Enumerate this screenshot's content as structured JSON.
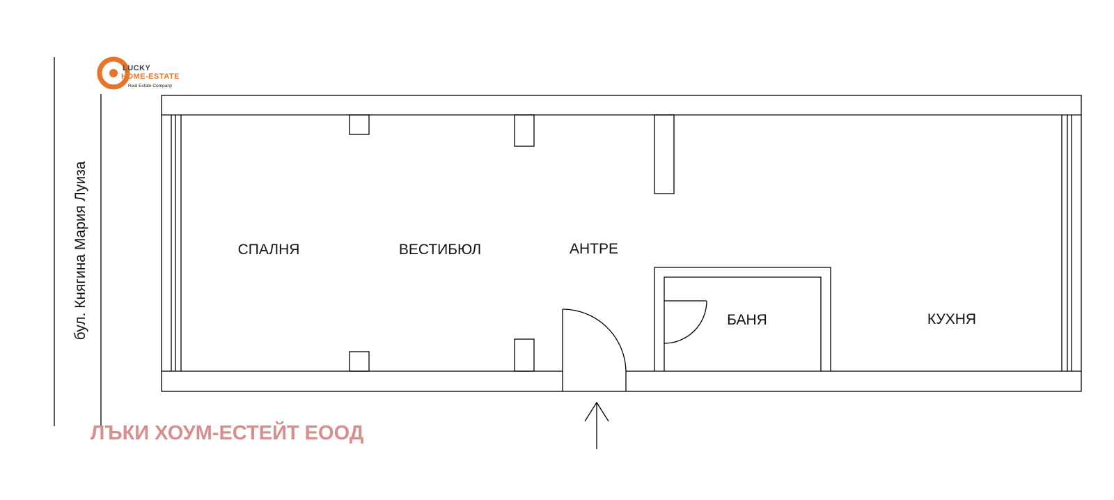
{
  "logo": {
    "line1": "LUCKY",
    "line2": "HOME-ESTATE",
    "tagline": "Real Estate Company",
    "accent_color": "#e8732a"
  },
  "street": {
    "name": "бул. Княгина Мария Луиза"
  },
  "rooms": {
    "bedroom": "СПАЛНЯ",
    "vestibule": "ВЕСТИБЮЛ",
    "hall": "АНТРЕ",
    "bathroom": "БАНЯ",
    "kitchen": "КУХНЯ"
  },
  "entrance": {
    "icon": "arrow-up-icon"
  },
  "watermark": {
    "company": "ЛЪКИ ХОУМ-ЕСТЕЙТ ЕООД",
    "color": "#d98e8e"
  }
}
